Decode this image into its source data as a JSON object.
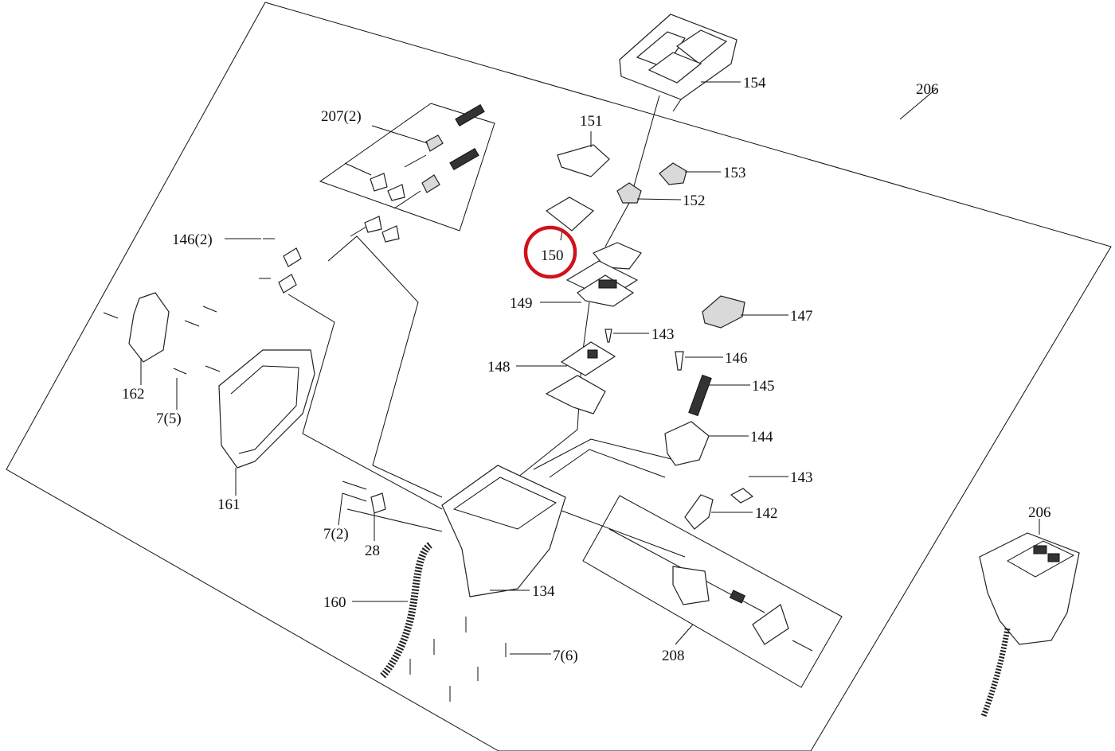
{
  "labels": {
    "l206a": "206",
    "l154": "154",
    "l151": "151",
    "l153": "153",
    "l152": "152",
    "l207": "207(2)",
    "l150": "150",
    "l149": "149",
    "l146_2": "146(2)",
    "l147": "147",
    "l143a": "143",
    "l148": "148",
    "l146": "146",
    "l145": "145",
    "l144": "144",
    "l162": "162",
    "l7_5": "7(5)",
    "l161": "161",
    "l143b": "143",
    "l142": "142",
    "l7_2": "7(2)",
    "l28": "28",
    "l134": "134",
    "l160": "160",
    "l7_6": "7(6)",
    "l208": "208",
    "l206b": "206"
  },
  "highlight": {
    "target": "150",
    "color": "#d0121b"
  }
}
